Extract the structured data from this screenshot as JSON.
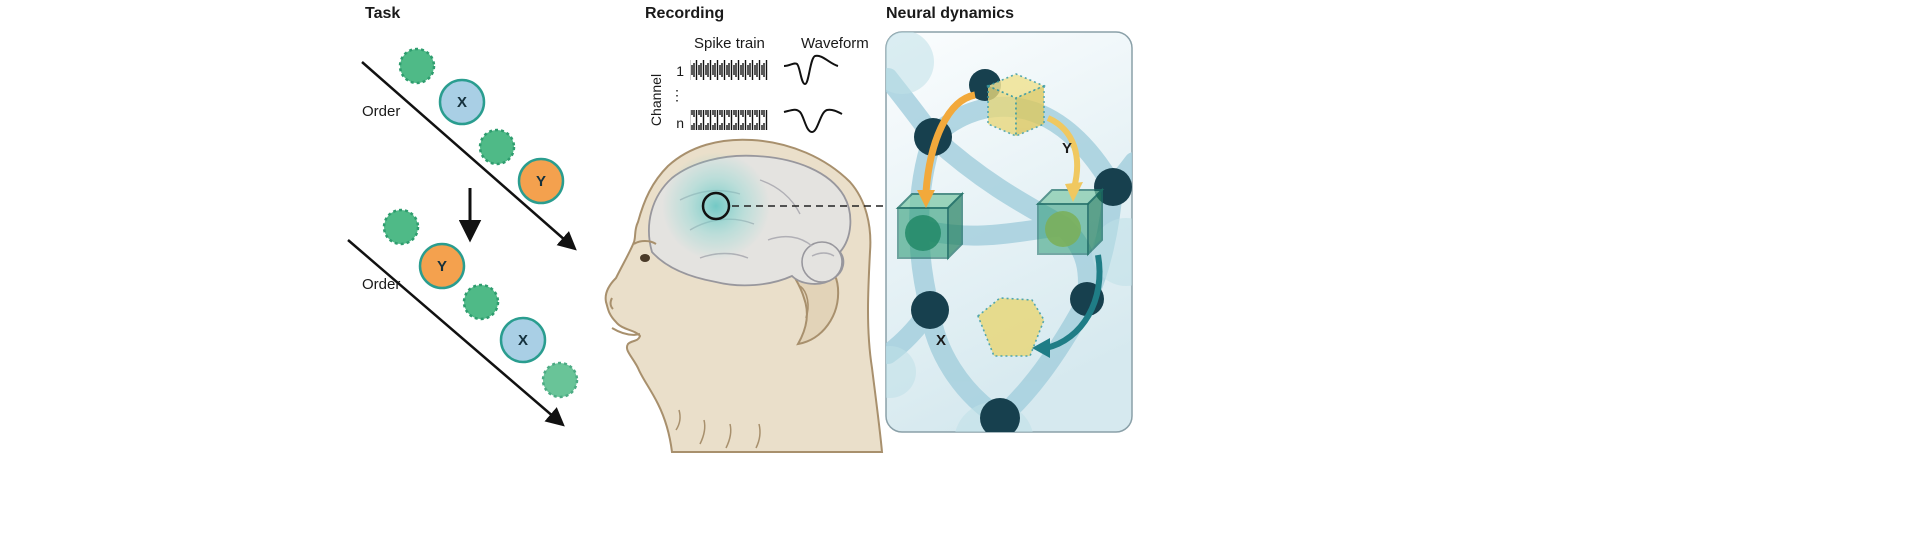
{
  "figure": {
    "task": {
      "title": "Task",
      "order_label_top": "Order",
      "order_label_bottom": "Order",
      "seq1": {
        "x": "X",
        "y": "Y"
      },
      "seq2": {
        "x": "X",
        "y": "Y"
      }
    },
    "recording": {
      "title": "Recording",
      "spike_train": "Spike train",
      "waveform": "Waveform",
      "channel": "Channel",
      "ch_first": "1",
      "ch_dots": "⋮",
      "ch_last": "n"
    },
    "dynamics": {
      "title": "Neural dynamics",
      "x_label": "X",
      "y_label": "Y"
    },
    "colors": {
      "green_circle": "#4fba87",
      "blue_circle": "#a9cfe5",
      "orange_circle": "#f4a14e",
      "teal_outline": "#2a9d8f",
      "dark_node": "#17404e",
      "web_blue": "#a6d0de",
      "panel_bg": "#ddeef2",
      "head_tan": "#eadfca",
      "brain_gray": "#e4e3e0",
      "teal_glow": "#6ecfca",
      "yellow_cube": "#e8d87c",
      "green_cube": "#2f9d78",
      "orange_arrow": "#f2a93b",
      "yellow_arrow": "#f0c860",
      "teal_arrow": "#1f7d86"
    }
  }
}
